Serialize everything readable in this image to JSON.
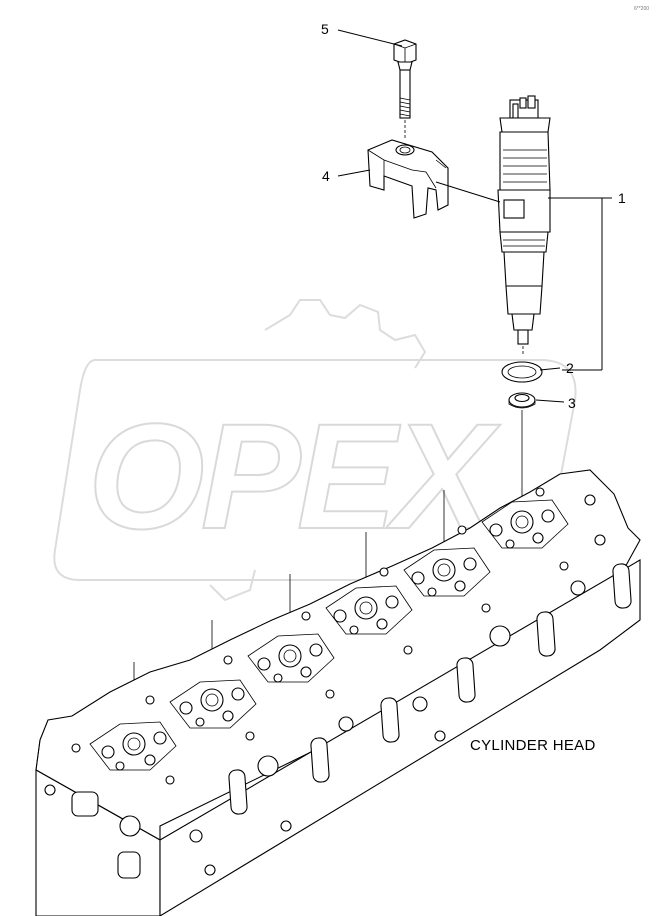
{
  "corner_code": "6**200",
  "watermark": "OPEX",
  "caption": "CYLINDER HEAD",
  "callouts": [
    {
      "label": "1",
      "part": "injector"
    },
    {
      "label": "2",
      "part": "o-ring"
    },
    {
      "label": "3",
      "part": "washer"
    },
    {
      "label": "4",
      "part": "clamp"
    },
    {
      "label": "5",
      "part": "bolt"
    }
  ]
}
